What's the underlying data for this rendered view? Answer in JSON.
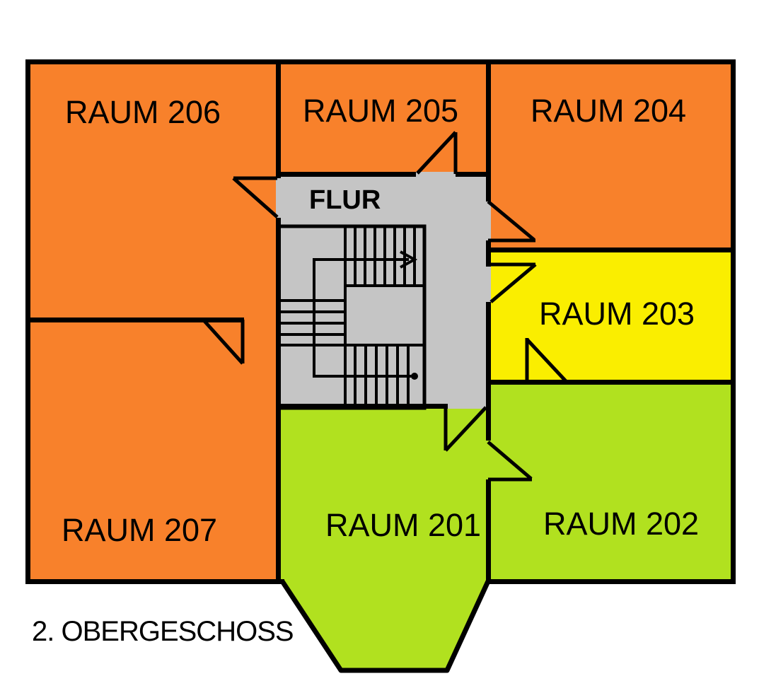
{
  "floor_label": "2. OBERGESCHOSS",
  "rooms": {
    "r206": {
      "label": "RAUM 206",
      "color": "#F8812B"
    },
    "r205": {
      "label": "RAUM 205",
      "color": "#F8812B"
    },
    "r204": {
      "label": "RAUM 204",
      "color": "#F8812B"
    },
    "r203": {
      "label": "RAUM 203",
      "color": "#FAEE00"
    },
    "r202": {
      "label": "RAUM 202",
      "color": "#B1E11F"
    },
    "r201": {
      "label": "RAUM 201",
      "color": "#B1E11F"
    },
    "r207": {
      "label": "RAUM 207",
      "color": "#F8812B"
    },
    "flur": {
      "label": "FLUR",
      "color": "#C5C5C5"
    }
  },
  "colors": {
    "wall": "#000000",
    "background": "#FFFFFF",
    "room_orange": "#F8812B",
    "room_yellow": "#FAEE00",
    "room_green": "#B1E11F",
    "corridor_gray": "#C5C5C5"
  }
}
